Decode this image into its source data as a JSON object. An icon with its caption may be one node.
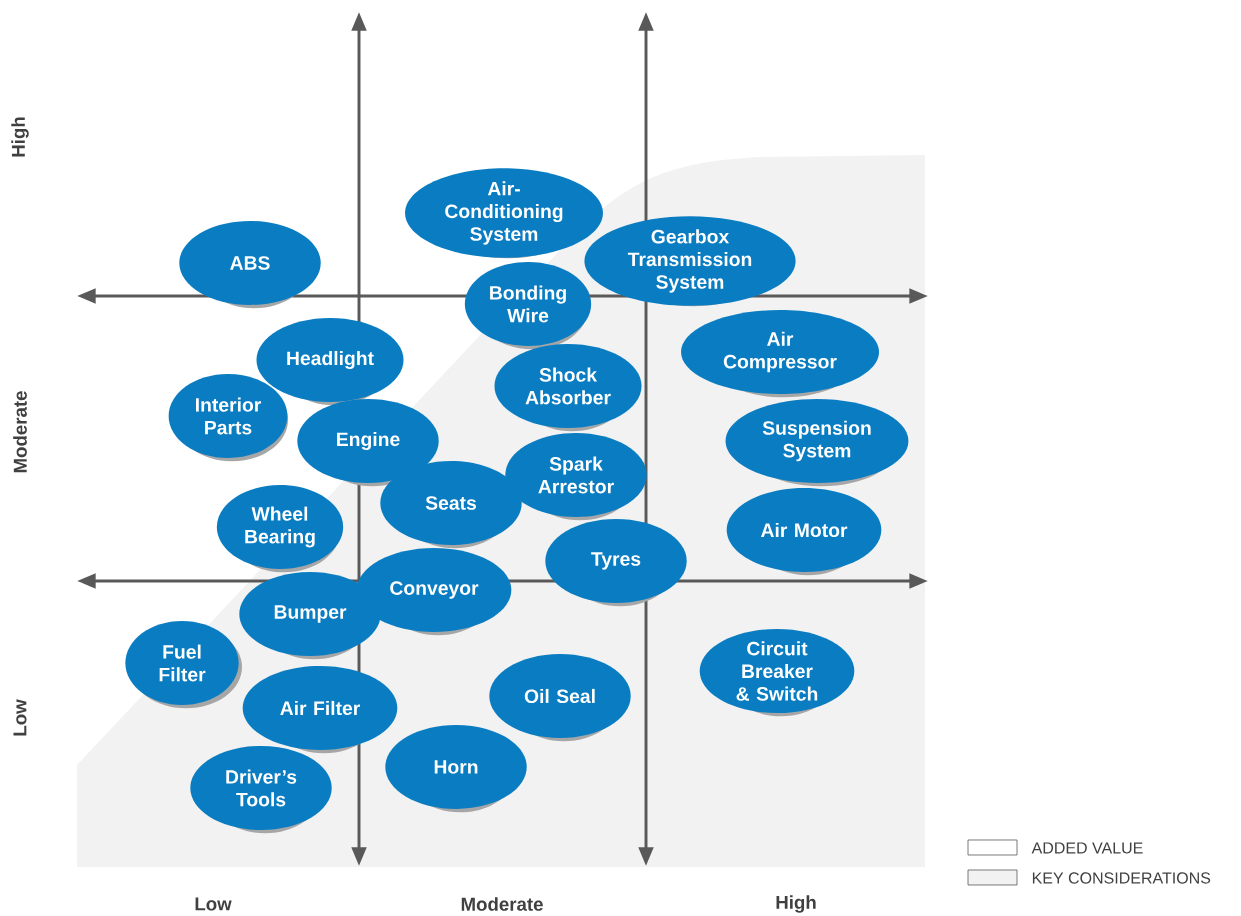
{
  "diagram": {
    "nodes": [
      {
        "text": [
          "Air- Conditioning System"
        ]
      },
      {
        "text": [
          "Gearbox Transmission System"
        ]
      },
      {
        "text": [
          "ABS"
        ]
      },
      {
        "text": [
          "Bonding Wire"
        ]
      },
      {
        "text": [
          "Air Compressor"
        ]
      },
      {
        "text": [
          "Headlight"
        ]
      },
      {
        "text": [
          "Shock Absorber"
        ]
      },
      {
        "text": [
          "Interior Parts"
        ]
      },
      {
        "text": [
          "Engine"
        ]
      },
      {
        "text": [
          "Suspension System"
        ]
      },
      {
        "text": [
          "Spark Arrestor"
        ]
      },
      {
        "text": [
          "Seats"
        ]
      },
      {
        "text": [
          "Wheel Bearing"
        ]
      },
      {
        "text": [
          "Air Motor"
        ]
      },
      {
        "text": [
          "Tyres"
        ]
      },
      {
        "text": [
          "Conveyor"
        ]
      },
      {
        "text": [
          "Bumper"
        ]
      },
      {
        "text": [
          "Fuel Filter"
        ]
      },
      {
        "text": [
          "Circuit Breaker & Switch"
        ]
      },
      {
        "text": [
          "Oil Seal"
        ]
      },
      {
        "text": [
          "Air Filter"
        ]
      },
      {
        "text": [
          "Horn"
        ]
      },
      {
        "text": [
          "Driver’s Tools"
        ]
      }
    ],
    "labels": [
      "High",
      "Moderate",
      "Low",
      "Low",
      "Moderate",
      "High"
    ],
    "legend": [
      {
        "text": "ADDED VALUE"
      },
      {
        "text": "KEY CONSIDERATIONS",
        "color": "#f2f2f2"
      }
    ]
  }
}
